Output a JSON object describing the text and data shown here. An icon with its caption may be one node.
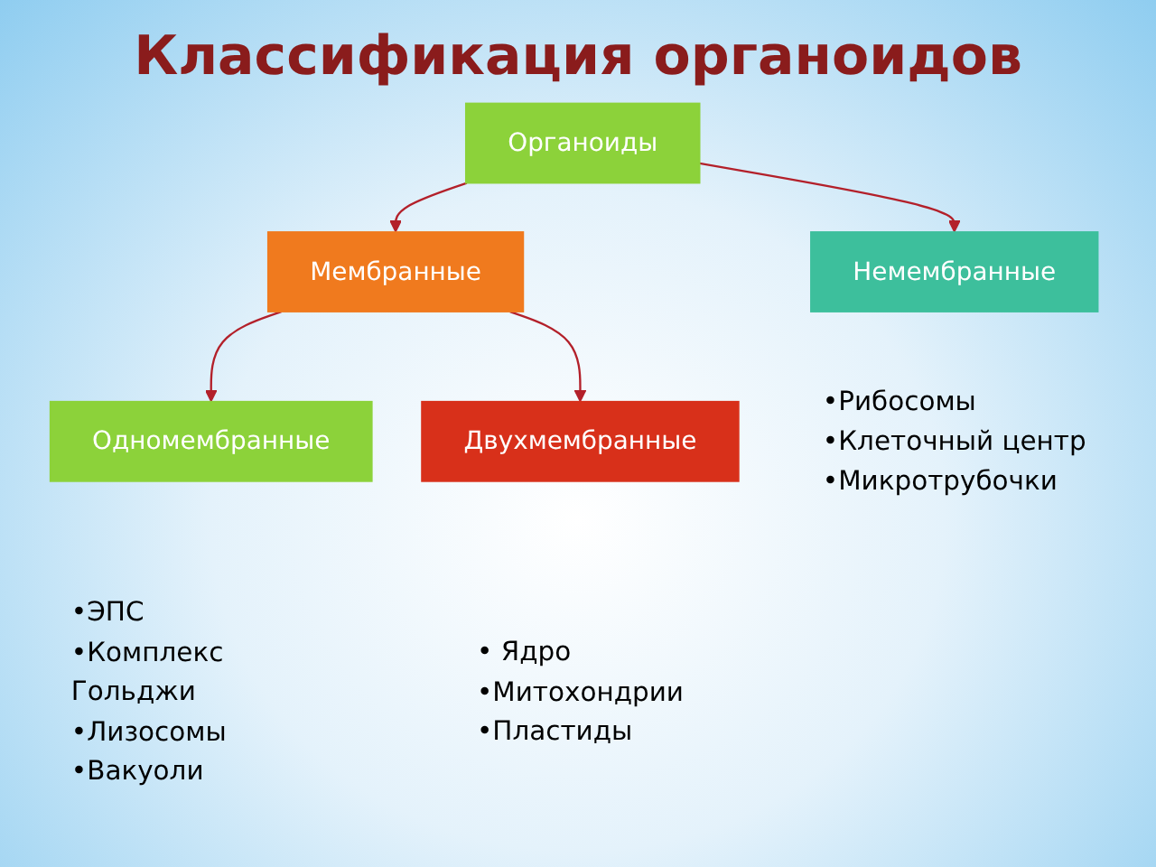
{
  "diagram": {
    "title": "Классификация органоидов",
    "nodes": [
      {
        "text": [
          "Органоиды"
        ]
      },
      {
        "text": [
          "Немембранные"
        ],
        "beside": [
          "•Рибосомы",
          "•Клеточный центр",
          "•Микротрубочки"
        ]
      },
      {
        "text": [
          "Мембранные"
        ]
      },
      {
        "text": [
          "Одномембранные"
        ],
        "beside": [
          "•ЭПС",
          "•Комплекс Гольджи",
          "•Лизосомы",
          "•Вакуоли"
        ]
      },
      {
        "text": [
          "Двухмембранные"
        ],
        "beside": [
          "• Ядро",
          "•Митохондрии",
          "•Пластиды"
        ]
      }
    ],
    "edges": [
      {
        "from": 0,
        "to": 1,
        "arrow": "to"
      },
      {
        "from": 0,
        "to": 2,
        "arrow": "to"
      },
      {
        "from": 2,
        "to": 3,
        "arrow": "to"
      },
      {
        "from": 2,
        "to": 4,
        "arrow": "to"
      }
    ]
  }
}
